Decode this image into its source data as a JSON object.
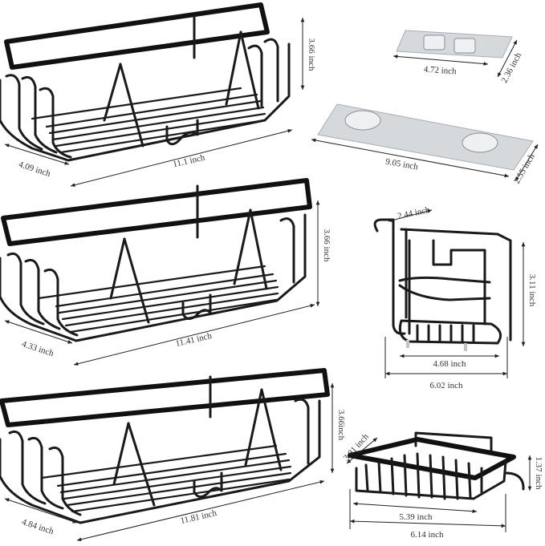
{
  "colors": {
    "metal": "#1a1a1a",
    "plate": "#d6d9dc",
    "plate_edge": "#a9adb2",
    "text": "#333333"
  },
  "products": {
    "basket_small": {
      "height": "3.66 inch",
      "width": "11.1 inch",
      "depth": "4.09 inch"
    },
    "basket_medium": {
      "height": "3.66 inch",
      "width": "11.41 inch",
      "depth": "4.33 inch"
    },
    "basket_large": {
      "height": "3.66inch",
      "width": "11.81 inch",
      "depth": "4.84 inch"
    },
    "plate_small": {
      "width": "4.72 inch",
      "height": "2.36 inch"
    },
    "plate_large": {
      "width": "9.05 inch",
      "height": "2.55 inch"
    },
    "toothbrush_holder": {
      "top_width": "2.44 inch",
      "height": "3.11 inch",
      "inner_width": "4.68 inch",
      "outer_width": "6.02 inch"
    },
    "soap_dish": {
      "depth": "3.81 inch",
      "height": "1.37 inch",
      "inner_width": "5.39 inch",
      "outer_width": "6.14 inch"
    }
  }
}
